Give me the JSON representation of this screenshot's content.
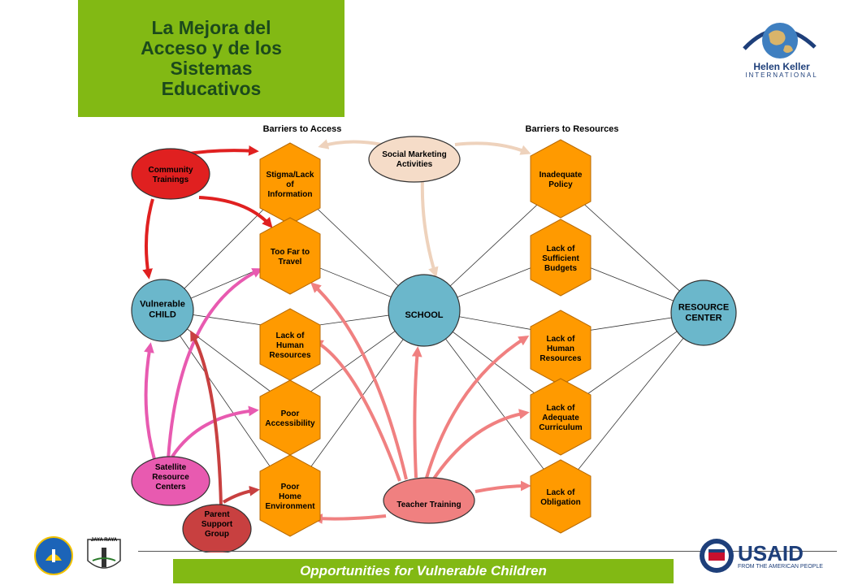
{
  "slide": {
    "title": "La Mejora del\nAcceso y de los\nSistemas\nEducativos",
    "footer": "Opportunities for Vulnerable Children"
  },
  "logos": {
    "hki_name": "Helen Keller",
    "hki_sub": "INTERNATIONAL",
    "usaid": "USAID",
    "usaid_sub": "FROM THE AMERICAN PEOPLE",
    "jaya_raya": "JAYA RAYA"
  },
  "colors": {
    "title_green": "#82b914",
    "hex_orange": "#ff9a00",
    "circle_blue": "#6bb7cb",
    "red": "#e02020",
    "pink": "#e85ab0",
    "salmon": "#f08080",
    "dark_red": "#c84040",
    "peach": "#f5dcc8"
  },
  "diagram": {
    "headers": {
      "access": "Barriers to Access",
      "resources": "Barriers to Resources"
    },
    "access_barriers": [
      "Stigma/Lack\nof\nInformation",
      "Too Far to\nTravel",
      "Lack of\nHuman\nResources",
      "Poor\nAccessibility",
      "Poor\nHome\nEnvironment"
    ],
    "resource_barriers": [
      "Inadequate\nPolicy",
      "Lack of\nSufficient\nBudgets",
      "Lack of\nHuman\nResources",
      "Lack of\nAdequate\nCurriculum",
      "Lack of\nObligation"
    ],
    "hubs": {
      "child": "Vulnerable\nCHILD",
      "school": "SCHOOL",
      "resource_center": "RESOURCE\nCENTER"
    },
    "interventions": {
      "community_trainings": "Community\nTrainings",
      "social_marketing": "Social Marketing\nActivities",
      "satellite_centers": "Satellite\nResource\nCenters",
      "parent_support": "Parent\nSupport\nGroup",
      "teacher_training": "Teacher Training"
    }
  }
}
